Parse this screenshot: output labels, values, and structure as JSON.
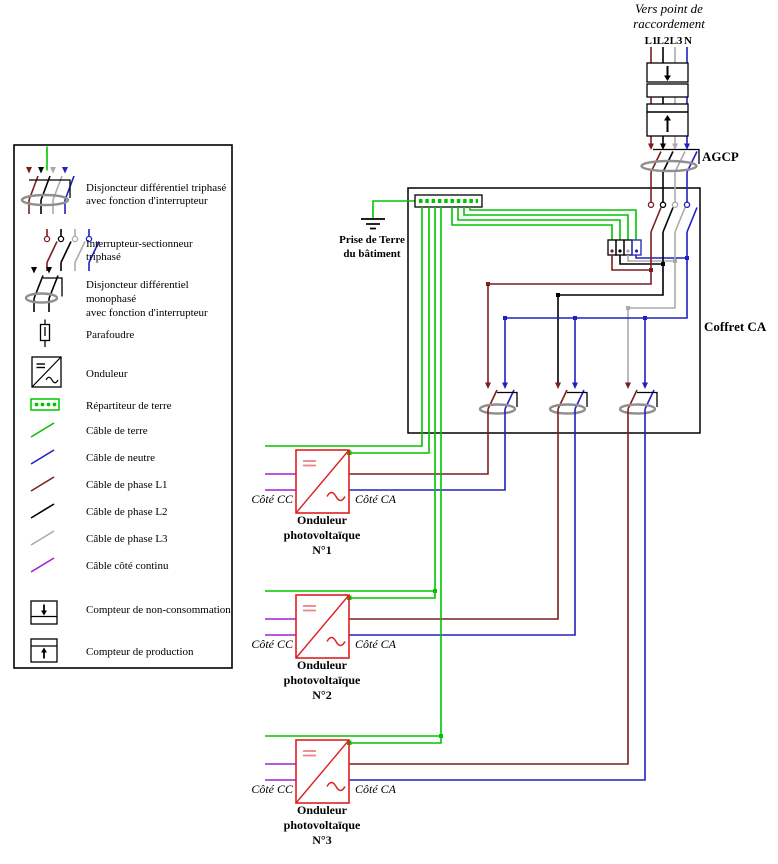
{
  "colors": {
    "terre": "#00C400",
    "neutre": "#2020C0",
    "phase_l1": "#7B1F1F",
    "phase_l2": "#000000",
    "phase_l3": "#ABABAB",
    "dc": "#A020D0",
    "onduleur": "#E02020",
    "onduleur_eq": "#EE8585",
    "ellipse": "#8F8F8F"
  },
  "top_feed": {
    "title": [
      "Vers point de",
      "raccordement"
    ],
    "phase_labels": [
      "L1",
      "L2",
      "L3",
      "N"
    ],
    "agcp_label": "AGCP"
  },
  "coffret": {
    "label": "Coffret CA",
    "earth_label": [
      "Prise de Terre",
      "du bâtiment"
    ]
  },
  "inverters": [
    {
      "cc": "Côté CC",
      "ca": "Côté CA",
      "name": [
        "Onduleur",
        "photovoltaïque",
        "N°1"
      ]
    },
    {
      "cc": "Côté CC",
      "ca": "Côté CA",
      "name": [
        "Onduleur",
        "photovoltaïque",
        "N°2"
      ]
    },
    {
      "cc": "Côté CC",
      "ca": "Côté CA",
      "name": [
        "Onduleur",
        "photovoltaïque",
        "N°3"
      ]
    }
  ],
  "legend": {
    "items": [
      {
        "id": "disjoncteur-differentiel-triphase",
        "lines": [
          "Disjoncteur différentiel triphasé",
          "avec fonction d'interrupteur"
        ]
      },
      {
        "id": "interrupteur-sectionneur",
        "lines": [
          "Interrupteur-sectionneur",
          "triphasé"
        ]
      },
      {
        "id": "disjoncteur-differentiel-monophase",
        "lines": [
          "Disjoncteur différentiel",
          "monophasé",
          "avec fonction d'interrupteur"
        ]
      },
      {
        "id": "parafoudre",
        "lines": [
          "Parafoudre"
        ]
      },
      {
        "id": "onduleur",
        "lines": [
          "Onduleur"
        ]
      },
      {
        "id": "repartiteur-de-terre",
        "lines": [
          "Répartiteur de terre"
        ]
      },
      {
        "id": "cable-de-terre",
        "lines": [
          "Câble de terre"
        ]
      },
      {
        "id": "cable-de-neutre",
        "lines": [
          "Câble de neutre"
        ]
      },
      {
        "id": "cable-de-phase-l1",
        "lines": [
          "Câble de phase L1"
        ]
      },
      {
        "id": "cable-de-phase-l2",
        "lines": [
          "Câble de phase L2"
        ]
      },
      {
        "id": "cable-de-phase-l3",
        "lines": [
          "Câble de phase L3"
        ]
      },
      {
        "id": "cable-cote-continu",
        "lines": [
          "Câble côté continu"
        ]
      },
      {
        "id": "compteur-de-non-consommation",
        "lines": [
          "Compteur de non-consommation"
        ]
      },
      {
        "id": "compteur-de-production",
        "lines": [
          "Compteur de production"
        ]
      }
    ]
  }
}
